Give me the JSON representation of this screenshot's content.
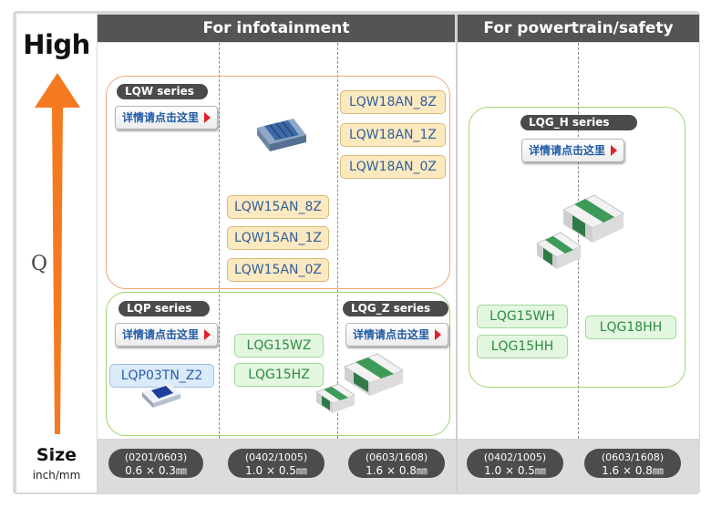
{
  "axis": {
    "high": "High",
    "q_label": "Q",
    "size_title": "Size",
    "size_unit": "inch/mm"
  },
  "headers": {
    "infotainment": "For infotainment",
    "powertrain": "For powertrain/safety"
  },
  "link_label": "详情请点击这里",
  "groups": {
    "lqw": {
      "series": "LQW series",
      "col2": [
        "LQW15AN_8Z",
        "LQW15AN_1Z",
        "LQW15AN_0Z"
      ],
      "col3": [
        "LQW18AN_8Z",
        "LQW18AN_1Z",
        "LQW18AN_0Z"
      ]
    },
    "lqp": {
      "series": "LQP series",
      "col1": [
        "LQP03TN_Z2"
      ]
    },
    "lqg_z": {
      "series": "LQG_Z series",
      "col2": [
        "LQG15WZ",
        "LQG15HZ"
      ]
    },
    "lqg_h": {
      "series": "LQG_H series",
      "col4": [
        "LQG15WH",
        "LQG15HH"
      ],
      "col5": [
        "LQG18HH"
      ]
    }
  },
  "sizes": [
    {
      "inch_mm": "(0201/0603)",
      "dims": "0.6 × 0.3㎜"
    },
    {
      "inch_mm": "(0402/1005)",
      "dims": "1.0 × 0.5㎜"
    },
    {
      "inch_mm": "(0603/1608)",
      "dims": "1.6 × 0.8㎜"
    },
    {
      "inch_mm": "(0402/1005)",
      "dims": "1.0 × 0.5㎜"
    },
    {
      "inch_mm": "(0603/1608)",
      "dims": "1.6 × 0.8㎜"
    }
  ],
  "colors": {
    "arrow": "#f47a20",
    "header_bg": "#545454",
    "orange_border": "#f0a67a",
    "green_border": "#9ed56b"
  },
  "icons": [
    "coil-inductor-icon",
    "chip-inductor-icon",
    "thin-film-inductor-icon",
    "red-arrow-icon"
  ]
}
